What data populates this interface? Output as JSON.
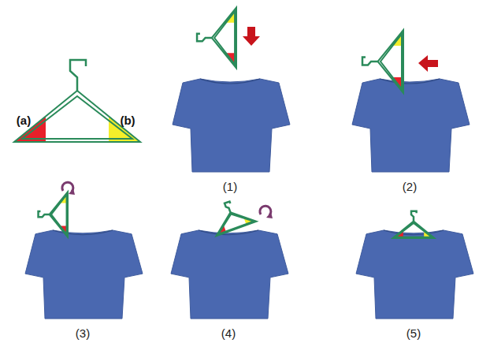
{
  "diagram": {
    "labels": [
      "(a)",
      "(b)",
      "(1)",
      "(2)",
      "(3)",
      "(4)",
      "(5)"
    ]
  }
}
